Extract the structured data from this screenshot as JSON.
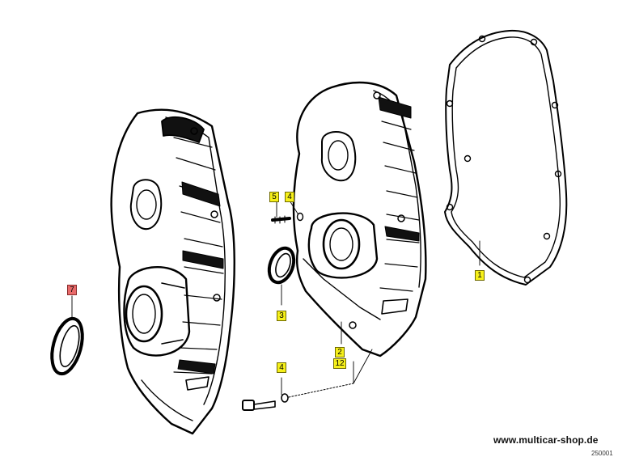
{
  "callouts": {
    "c1": "1",
    "c2": "2",
    "c12": "12",
    "c3": "3",
    "c4a": "4",
    "c4b": "4",
    "c5": "5",
    "c7": "7"
  },
  "footer": {
    "site": "www.multicar-shop.de",
    "drawing_number": "250001"
  },
  "colors": {
    "callout_fill": "#f6f01a",
    "callout_highlight": "#e86a6a",
    "line_art": "#000000"
  }
}
